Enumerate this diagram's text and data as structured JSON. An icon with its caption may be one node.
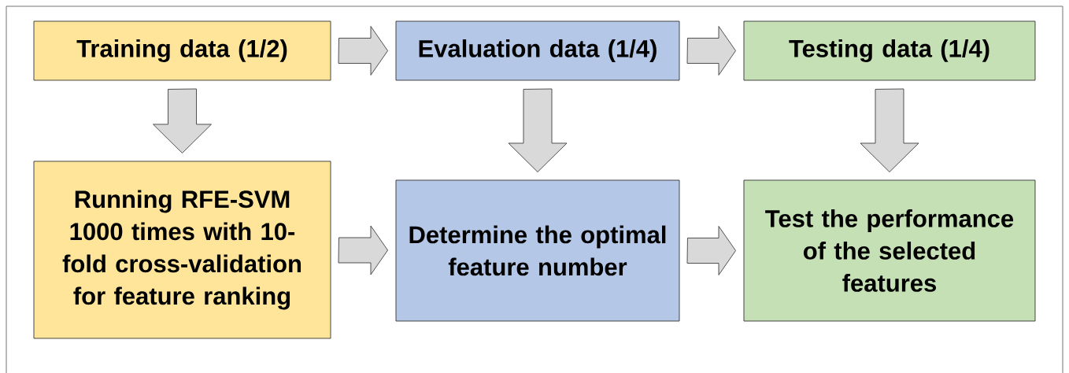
{
  "diagram": {
    "nodes": [
      {
        "text": [
          "Training data (1/2)"
        ]
      },
      {
        "text": [
          "Evaluation data (1/4)"
        ]
      },
      {
        "text": [
          "Testing data (1/4)"
        ]
      },
      {
        "text": [
          "Running RFE-SVM 1000 times with 10-fold cross-validation for feature ranking"
        ]
      },
      {
        "text": [
          "Determine the optimal feature number"
        ]
      },
      {
        "text": [
          "Test the performance of the selected features"
        ]
      }
    ],
    "edges": [
      {
        "from": 0,
        "to": 1,
        "arrow": "to"
      },
      {
        "from": 1,
        "to": 2,
        "arrow": "to"
      },
      {
        "from": 0,
        "to": 3,
        "arrow": "to"
      },
      {
        "from": 1,
        "to": 4,
        "arrow": "to"
      },
      {
        "from": 2,
        "to": 5,
        "arrow": "to"
      },
      {
        "from": 3,
        "to": 4,
        "arrow": "to"
      },
      {
        "from": 4,
        "to": 5,
        "arrow": "to"
      }
    ]
  }
}
